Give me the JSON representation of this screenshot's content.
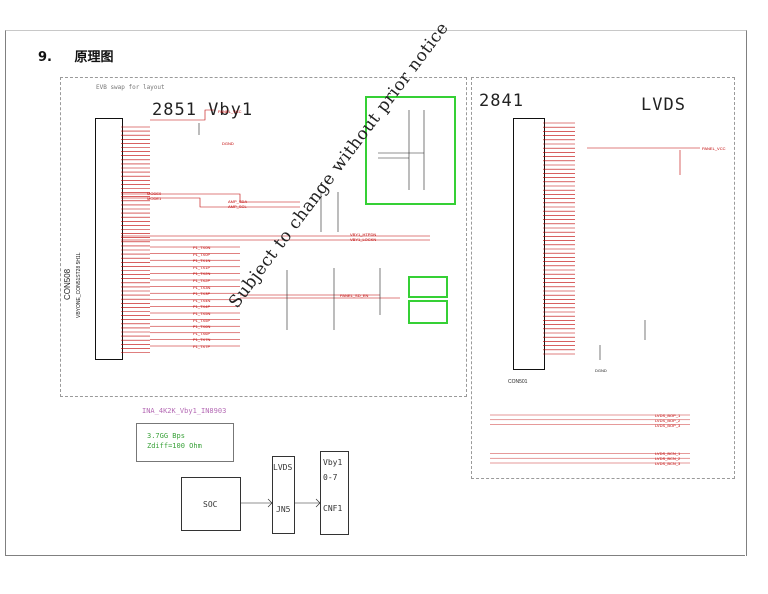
{
  "section": {
    "number": "9.",
    "title": "原理图"
  },
  "vby1_block": {
    "title": "2851  Vby1",
    "layout_note": "EVB swap for layout",
    "connector_ref": "CON508",
    "connector_part": "VBYONE_CON51ST28 5H1L",
    "power_net": "PANEL_VCC",
    "ground_net": "DGND",
    "signals": [
      "MODE0",
      "MODE1",
      "AMP_SDA",
      "AMP_SCL",
      "PANEL_SD_EN",
      "VBY1_HTPDN",
      "VBY1_LOCKN",
      "P1_TX0N",
      "P1_TX0P",
      "P1_TX1N",
      "P1_TX1P",
      "P1_TX2N",
      "P1_TX2P",
      "P1_TX3N",
      "P1_TX3P",
      "P1_TX4N",
      "P1_TX4P",
      "P1_TX5N",
      "P1_TX5P",
      "P1_TX6N",
      "P1_TX6P",
      "P1_TX7N",
      "P1_TX7P"
    ]
  },
  "lvds_block": {
    "title_left": "2841",
    "title_right": "LVDS",
    "connector_ref": "CON501",
    "power_net": "PANEL_VCC",
    "ground_net": "DGND",
    "pairs": [
      "LVDS_BOP_1",
      "LVDS_BOP_2",
      "LVDS_BOP_3",
      "LVDS_BCN_1",
      "LVDS_BCN_2",
      "LVDS_BCN_3"
    ]
  },
  "watermark": "Subject to change without prior notice",
  "ina_note": "INA_4K2K_Vby1_IN8903",
  "spec": {
    "line1": "3.7GG Bps",
    "line2": "Zdiff=100 Ohm"
  },
  "soc_label": "SOC",
  "lvds_conv": {
    "label_top": "LVDS",
    "label_bottom": "JN5"
  },
  "vby1_conv": {
    "line1": "Vby1",
    "line2": "0-7",
    "line3": "CNF1"
  },
  "colors": {
    "wire": "#c00000",
    "ink": "#222222",
    "highlight": "#35d035",
    "note": "#b56bb5",
    "spec": "#3aa23a"
  }
}
